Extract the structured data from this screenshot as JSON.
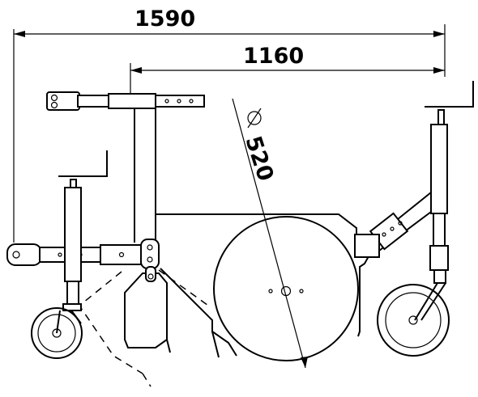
{
  "dimensions": {
    "overall_length": "1590",
    "frame_length": "1160",
    "wheel_diameter_symbol": "⌀",
    "wheel_diameter": "520"
  },
  "colors": {
    "line": "#000000",
    "background": "#ffffff"
  }
}
